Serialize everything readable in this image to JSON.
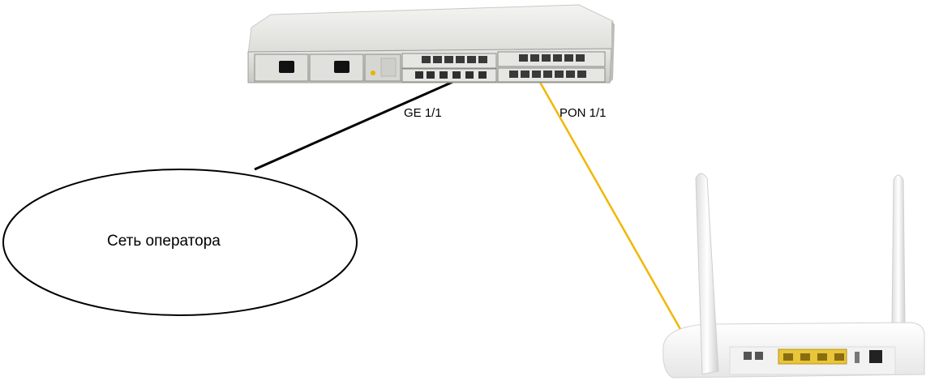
{
  "labels": {
    "ge_port": "GE 1/1",
    "pon_port": "PON 1/1",
    "operator_network": "Сеть оператора"
  },
  "colors": {
    "pon_link": "#f2b705",
    "ge_link": "#000000"
  },
  "icons": {
    "olt": "olt-chassis-icon",
    "ont": "ont-router-icon"
  }
}
